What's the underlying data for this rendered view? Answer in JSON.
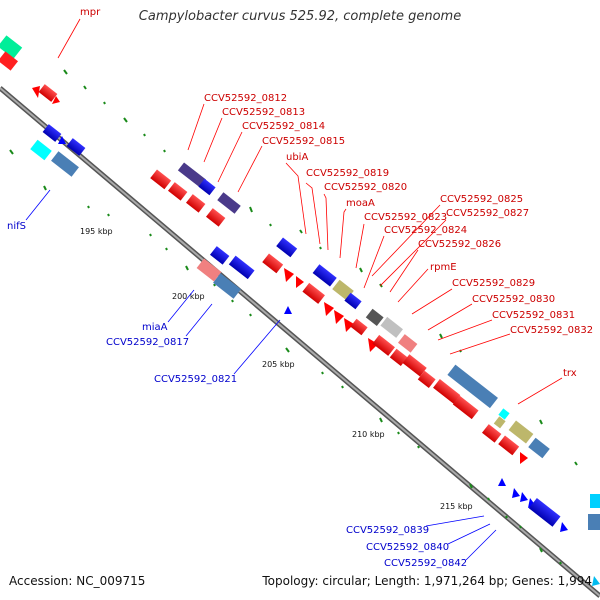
{
  "title": "Campylobacter curvus 525.92, complete genome",
  "footer": {
    "accession": "Accession: NC_009715",
    "summary": "Topology: circular; Length: 1,971,264 bp; Genes: 1,994"
  },
  "colors": {
    "forward_cds": "#ff0000",
    "reverse_cds": "#0000ff",
    "label_forward": "#cc0000",
    "label_reverse": "#0000cc",
    "backbone": "#888888",
    "ticks": "#1a8a1a"
  },
  "kbp_labels": [
    "195 kbp",
    "200 kbp",
    "205 kbp",
    "210 kbp",
    "215 kbp"
  ],
  "top_labels": [
    "mpr",
    "CCV52592_0812",
    "CCV52592_0813",
    "CCV52592_0814",
    "CCV52592_0815",
    "ubiA",
    "CCV52592_0819",
    "CCV52592_0820",
    "moaA",
    "CCV52592_0823",
    "CCV52592_0825",
    "CCV52592_0827",
    "CCV52592_0824",
    "CCV52592_0826",
    "rpmE",
    "CCV52592_0829",
    "CCV52592_0830",
    "CCV52592_0831",
    "CCV52592_0832",
    "trx"
  ],
  "bottom_labels": [
    "nifS",
    "miaA",
    "CCV52592_0817",
    "CCV52592_0821",
    "CCV52592_0839",
    "CCV52592_0840",
    "CCV52592_0842"
  ]
}
